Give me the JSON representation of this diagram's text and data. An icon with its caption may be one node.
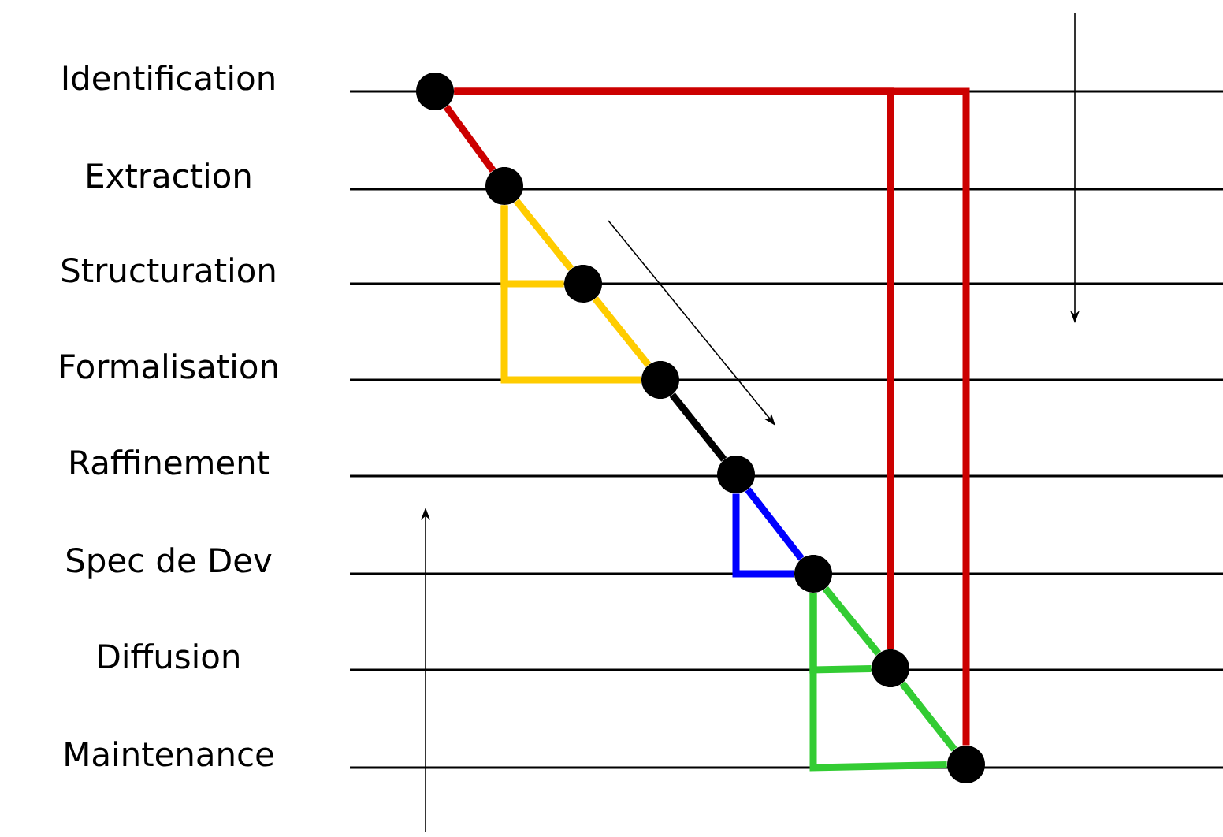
{
  "diagram": {
    "nodes": [
      {
        "text": [],
        "shape": "circle"
      },
      {
        "text": [],
        "shape": "circle"
      },
      {
        "text": [],
        "shape": "circle"
      },
      {
        "text": [],
        "shape": "circle"
      },
      {
        "text": [],
        "shape": "circle"
      },
      {
        "text": [],
        "shape": "circle"
      },
      {
        "text": [],
        "shape": "circle"
      },
      {
        "text": [],
        "shape": "circle"
      }
    ],
    "edges": [
      {
        "from": 0,
        "to": 1,
        "arrow": "none",
        "color": "#cc0000"
      },
      {
        "from": 0,
        "to": 6,
        "arrow": "none",
        "color": "#cc0000"
      },
      {
        "from": 0,
        "to": 7,
        "arrow": "none",
        "color": "#cc0000"
      },
      {
        "from": 1,
        "to": 2,
        "arrow": "none",
        "color": "#ffcc00"
      },
      {
        "from": 2,
        "to": 3,
        "arrow": "none",
        "color": "#ffcc00"
      },
      {
        "from": 1,
        "to": 2,
        "arrow": "none",
        "color": "#ffcc00"
      },
      {
        "from": 1,
        "to": 3,
        "arrow": "none",
        "color": "#ffcc00"
      },
      {
        "from": 3,
        "to": 4,
        "arrow": "none",
        "color": "#000000"
      },
      {
        "from": 4,
        "to": 5,
        "arrow": "none",
        "color": "#0000ff"
      },
      {
        "from": 4,
        "to": 5,
        "arrow": "none",
        "color": "#0000ff"
      },
      {
        "from": 5,
        "to": 6,
        "arrow": "none",
        "color": "#33cc33"
      },
      {
        "from": 6,
        "to": 7,
        "arrow": "none",
        "color": "#33cc33"
      },
      {
        "from": 5,
        "to": 6,
        "arrow": "none",
        "color": "#33cc33"
      },
      {
        "from": 5,
        "to": 7,
        "arrow": "none",
        "color": "#33cc33"
      }
    ],
    "labels": [
      "Identification",
      "Extraction",
      "Structuration",
      "Formalisation",
      "Raffinement",
      "Spec de Dev",
      "Diffusion",
      "Maintenance"
    ]
  }
}
